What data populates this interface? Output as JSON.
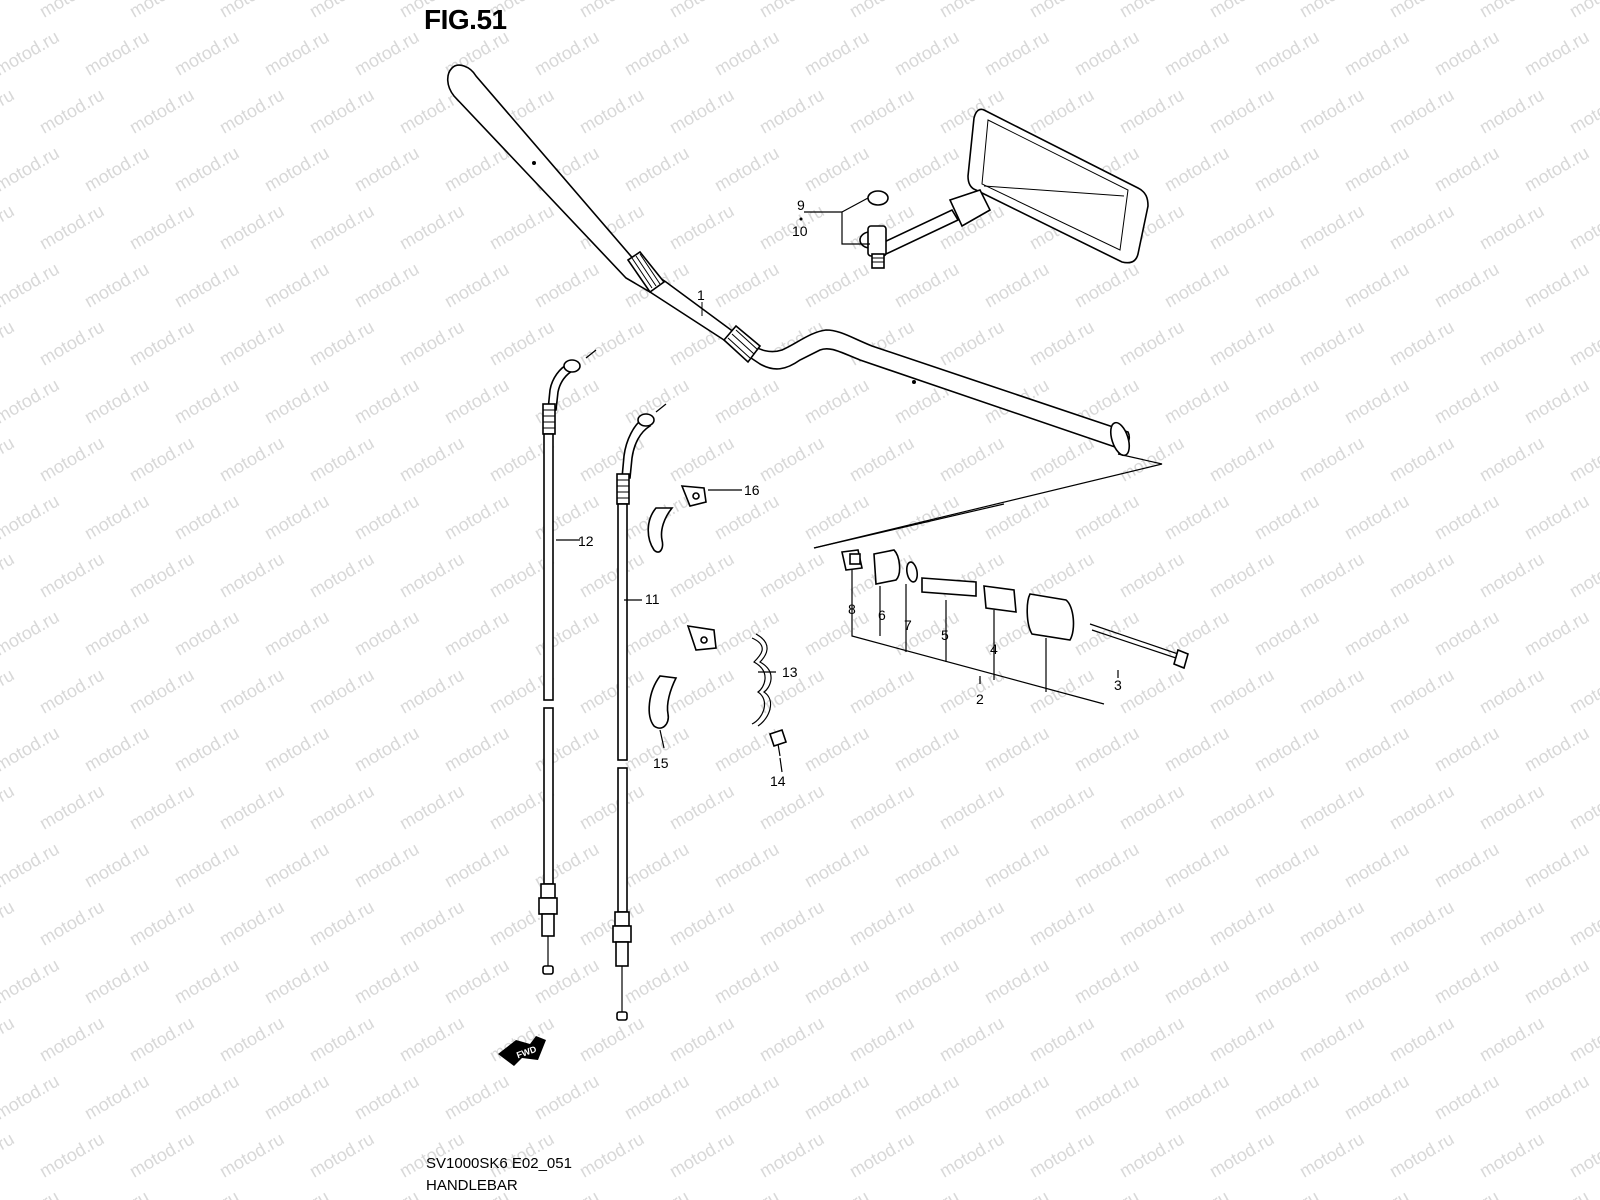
{
  "figure": {
    "title": "FIG.51",
    "code": "SV1000SK6 E02_051",
    "name": "HANDLEBAR",
    "watermark": "motod.ru",
    "fwd_label": "FWD"
  },
  "callouts": [
    {
      "id": "c1",
      "label": "1"
    },
    {
      "id": "c2",
      "label": "2"
    },
    {
      "id": "c3",
      "label": "3"
    },
    {
      "id": "c4",
      "label": "4"
    },
    {
      "id": "c5",
      "label": "5"
    },
    {
      "id": "c6",
      "label": "6"
    },
    {
      "id": "c7",
      "label": "7"
    },
    {
      "id": "c8",
      "label": "8"
    },
    {
      "id": "c9",
      "label": "9"
    },
    {
      "id": "c10",
      "label": "10"
    },
    {
      "id": "c11",
      "label": "11"
    },
    {
      "id": "c12",
      "label": "12"
    },
    {
      "id": "c13",
      "label": "13"
    },
    {
      "id": "c14",
      "label": "14"
    },
    {
      "id": "c15",
      "label": "15"
    },
    {
      "id": "c16",
      "label": "16"
    }
  ],
  "colors": {
    "line": "#000000",
    "watermark": "#d8d8d8",
    "background": "#ffffff"
  }
}
